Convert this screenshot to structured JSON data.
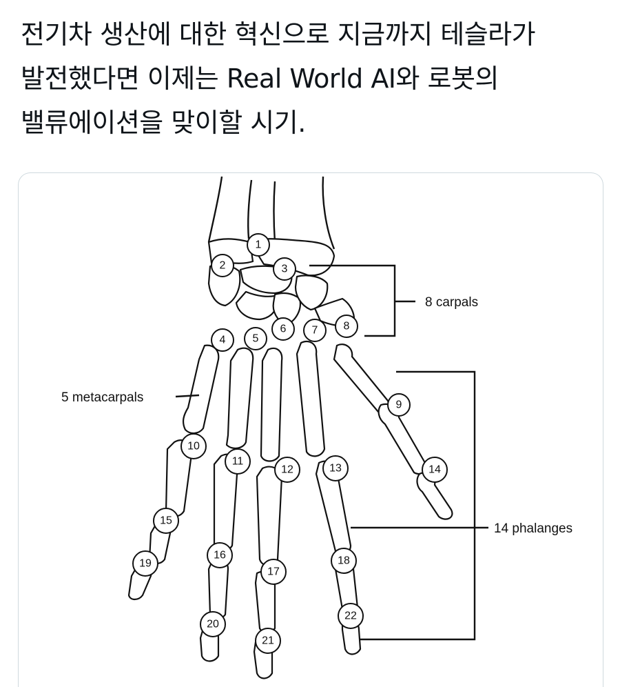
{
  "post": {
    "lines": [
      "전기차 생산에 대한 혁신으로 지금까지 테슬라가",
      "발전했다면 이제는 Real World AI와 로봇의",
      "밸류에이션을 맞이할 시기."
    ]
  },
  "diagram": {
    "labels": {
      "carpals": "8 carpals",
      "metacarpals": "5 metacarpals",
      "phalanges": "14 phalanges"
    },
    "numbers": [
      "1",
      "2",
      "3",
      "4",
      "5",
      "6",
      "7",
      "8",
      "9",
      "10",
      "11",
      "12",
      "13",
      "14",
      "15",
      "16",
      "17",
      "18",
      "19",
      "20",
      "21",
      "22"
    ]
  }
}
